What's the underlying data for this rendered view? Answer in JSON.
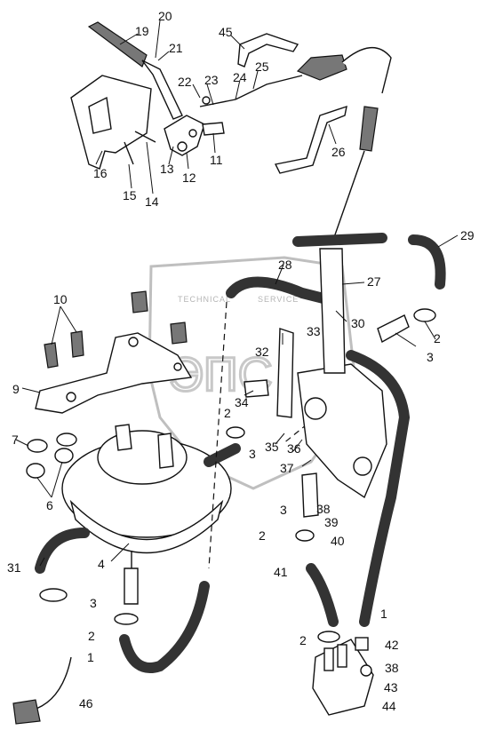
{
  "watermark": {
    "text_left": "TECHNICAL",
    "text_right": "SERVICE",
    "logo_letters": "ЭПС"
  },
  "callouts": {
    "c1a": "1",
    "c1b": "1",
    "c2a": "2",
    "c2b": "2",
    "c2c": "2",
    "c2d": "2",
    "c2e": "2",
    "c3a": "3",
    "c3b": "3",
    "c3c": "3",
    "c3d": "3",
    "c4": "4",
    "c6": "6",
    "c7": "7",
    "c9": "9",
    "c10": "10",
    "c11": "11",
    "c12": "12",
    "c13": "13",
    "c14": "14",
    "c15": "15",
    "c16": "16",
    "c19": "19",
    "c20": "20",
    "c21": "21",
    "c22": "22",
    "c23": "23",
    "c24": "24",
    "c25": "25",
    "c26": "26",
    "c27": "27",
    "c28": "28",
    "c29": "29",
    "c30": "30",
    "c31": "31",
    "c32": "32",
    "c33": "33",
    "c34": "34",
    "c35": "35",
    "c36": "36",
    "c37": "37",
    "c38a": "38",
    "c38b": "38",
    "c39": "39",
    "c40": "40",
    "c41": "41",
    "c42": "42",
    "c43": "43",
    "c44": "44",
    "c45": "45",
    "c46": "46"
  }
}
